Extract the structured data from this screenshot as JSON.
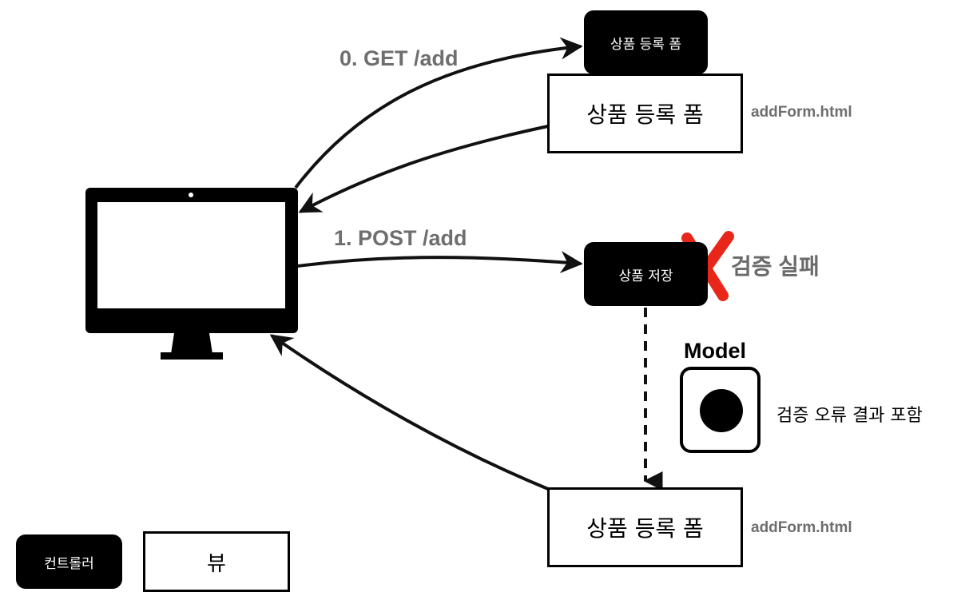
{
  "diagram": {
    "requests": {
      "get": "0. GET /add",
      "post": "1. POST /add"
    },
    "controllers": {
      "form_controller": "상품 등록 폼",
      "save_controller": "상품 저장"
    },
    "views": {
      "top_view": "상품 등록 폼",
      "bottom_view": "상품 등록 폼",
      "top_view_file": "addForm.html",
      "bottom_view_file": "addForm.html"
    },
    "validation": {
      "failure_label": "검증 실패",
      "failure_color": "#e8261a"
    },
    "model": {
      "title": "Model",
      "description": "검증 오류 결과 포함"
    },
    "legend": {
      "controller": "컨트롤러",
      "view": "뷰"
    }
  }
}
